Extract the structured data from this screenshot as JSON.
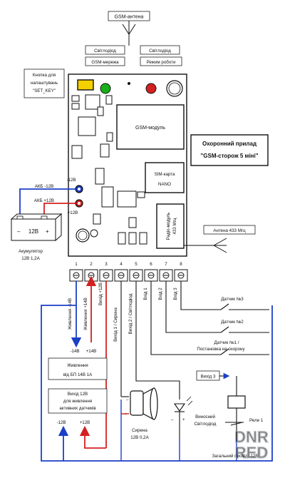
{
  "labels": {
    "antenna_gsm": "GSM-антена",
    "led1_title": "Світлодіод",
    "led1_caption": "GSM-мережа",
    "led2_title": "Світлодіод",
    "led2_caption": "Режим роботи",
    "key_line1": "Кнопка для",
    "key_line2": "налаштувань",
    "key_line3": "\"SET_KEY\"",
    "gsm_module": "GSM-модуль",
    "device_title": "Охоронний прилад",
    "device_name": "\"GSM-сторож 5 міні\"",
    "sim_line1": "SIM-карта",
    "sim_line2": "NANO",
    "radio_line1": "Радіо-модуль",
    "radio_line2": "433 Мгц",
    "antenna_433": "Антена 433 Мгц",
    "akb_minus": "АКБ -12В",
    "akb_plus": "АКБ +12В",
    "pin_minus": "-12В",
    "pin_plus": "+12В",
    "battery_value": "12В",
    "battery_name_line1": "Акумулятор",
    "battery_name_line2": "12В 1,2А",
    "wire1": "Живлення -14В",
    "wire2": "Живлення +14В",
    "wire3": "Вихід +12В",
    "wire4": "Вихід 1 / Сирена",
    "wire5": "Вихід 2 / Світлодіод",
    "wire6": "Вхід 1",
    "wire7": "Вхід 2",
    "wire8": "Вхід 3",
    "supply_minus": "-14В",
    "supply_plus": "+14В",
    "psu_line1": "Живлення",
    "psu_line2": "від БП 14В 1А",
    "out12_line1": "Вихід 12В",
    "out12_line2": "для живлення",
    "out12_line3": "активних датчиків",
    "out12_minus": "-12В",
    "out12_plus": "+12В",
    "sensor3": "Датчик №3",
    "sensor2": "Датчик №2",
    "sensor1_line1": "Датчик №1 /",
    "sensor1_line2": "Постановка на охорону",
    "output3": "Вихід 3",
    "siren_line1": "Сирена",
    "siren_line2": "12В  0,2А",
    "led_remote_line1": "Виносний",
    "led_remote_line2": "Світлодіод",
    "relay": "Реле 1",
    "common_wire": "Загальний провід -12В",
    "watermark": "DNR RED"
  },
  "terminals": [
    "1",
    "2",
    "3",
    "4",
    "5",
    "6",
    "7",
    "8"
  ],
  "colors": {
    "red": "#d42020",
    "blue": "#1c3fc8",
    "green": "#18b018",
    "black": "#111111"
  }
}
